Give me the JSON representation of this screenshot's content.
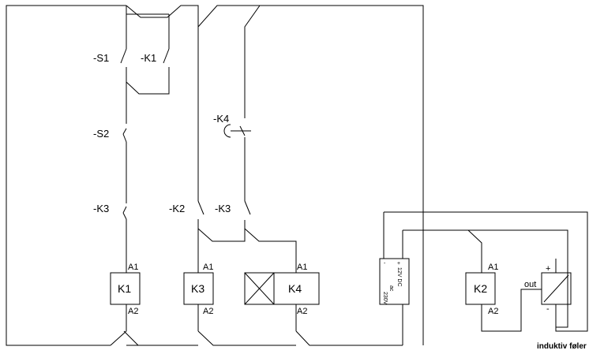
{
  "contacts": {
    "s1": "-S1",
    "k1": "-K1",
    "s2": "-S2",
    "k3_left": "-K3",
    "k4": "-K4",
    "k2": "-K2",
    "k3_right": "-K3"
  },
  "coils": [
    {
      "name": "K1",
      "a1": "A1",
      "a2": "A2"
    },
    {
      "name": "K3",
      "a1": "A1",
      "a2": "A2"
    },
    {
      "name": "K4",
      "a1": "A1",
      "a2": "A2"
    },
    {
      "name": "K2",
      "a1": "A1",
      "a2": "A2"
    }
  ],
  "power_supply": {
    "minus": "-",
    "plus": "+",
    "dc": "12V DC",
    "ac": "ac",
    "voltage": "230V"
  },
  "sensor": {
    "plus": "+",
    "minus": "-",
    "out": "out",
    "caption": "induktiv føler"
  }
}
